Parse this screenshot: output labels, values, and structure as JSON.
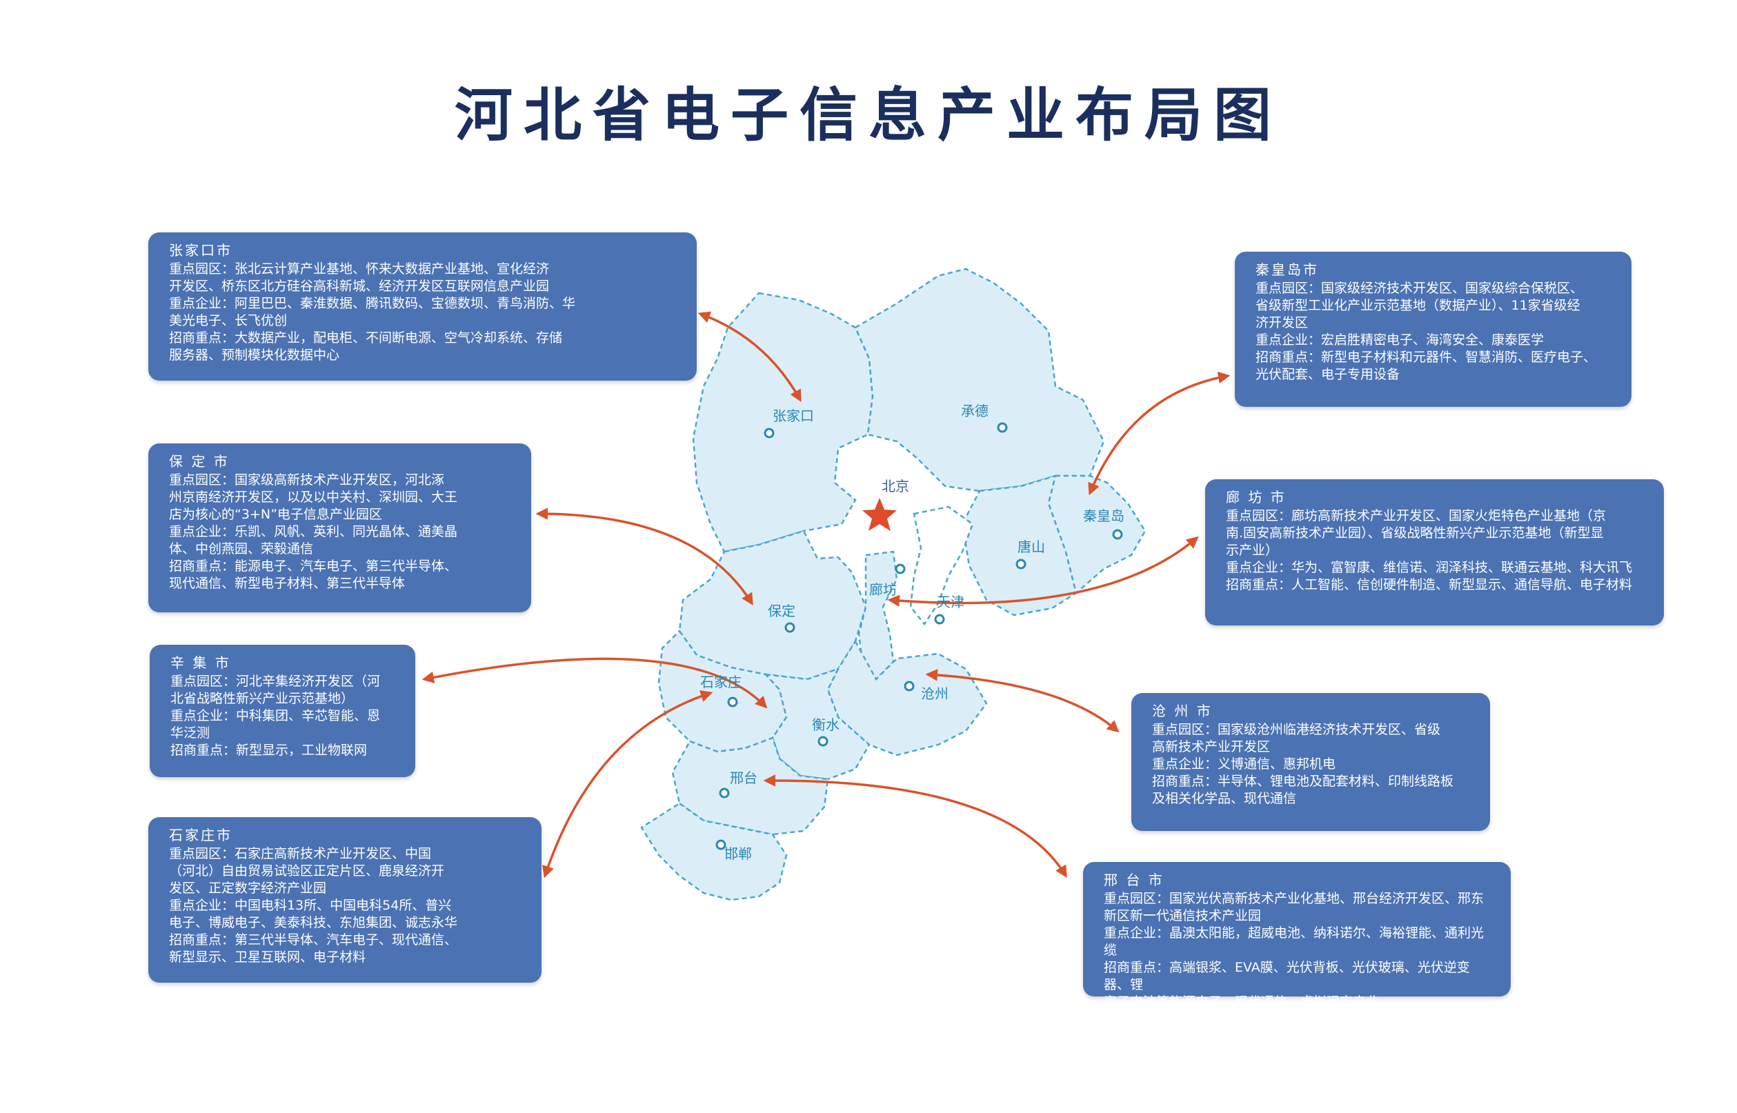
{
  "title": "河北省电子信息产业布局图",
  "colors": {
    "box_bg": "#4b72b3",
    "title": "#1b2f5e",
    "region_fill": "#dbeef8",
    "region_border": "#4aa6c9",
    "arrow": "#d9532b",
    "star": "#e04b2a",
    "city_label": "#2a86b5"
  },
  "map": {
    "capital_icon": "star-icon",
    "labels": {
      "zhangjiakou": "张家口",
      "chengde": "承德",
      "beijing": "北京",
      "qinhuangdao": "秦皇岛",
      "tangshan": "唐山",
      "langfang": "廊坊",
      "tianjin": "天津",
      "baoding": "保定",
      "shijiazhuang": "石家庄",
      "hengshui": "衡水",
      "cangzhou": "沧州",
      "xingtai": "邢台",
      "handan": "邯郸"
    }
  },
  "boxes": {
    "zhangjiakou": {
      "title": "张家口市",
      "lines": [
        "重点园区：张北云计算产业基地、怀来大数据产业基地、宣化经济",
        "开发区、桥东区北方硅谷高科新城、经济开发区互联网信息产业园",
        "重点企业：阿里巴巴、秦淮数据、腾讯数码、宝德数坝、青鸟消防、华",
        "美光电子、长飞优创",
        "招商重点：大数据产业，配电柜、不间断电源、空气冷却系统、存储",
        "服务器、预制模块化数据中心"
      ]
    },
    "baoding": {
      "title": "保 定 市",
      "lines": [
        "重点园区：国家级高新技术产业开发区，河北涿",
        "州京南经济开发区，以及以中关村、深圳园、大王",
        "店为核心的“3+N”电子信息产业园区",
        "重点企业：乐凯、风帆、英利、同光晶体、通美晶",
        "体、中创燕园、荣毅通信",
        "招商重点：能源电子、汽车电子、第三代半导体、",
        "现代通信、新型电子材料、第三代半导体"
      ]
    },
    "xinji": {
      "title": "辛 集 市",
      "lines": [
        "重点园区：河北辛集经济开发区（河",
        "北省战略性新兴产业示范基地）",
        "重点企业：中科集团、辛芯智能、恩",
        "华泛测",
        "招商重点：新型显示，工业物联网"
      ]
    },
    "shijiazhuang": {
      "title": "石家庄市",
      "lines": [
        "重点园区：石家庄高新技术产业开发区、中国",
        "（河北）自由贸易试验区正定片区、鹿泉经济开",
        "发区、正定数字经济产业园",
        "重点企业：中国电科13所、中国电科54所、普兴",
        "电子、博威电子、美泰科技、东旭集团、诚志永华",
        "招商重点：第三代半导体、汽车电子、现代通信、",
        "新型显示、卫星互联网、电子材料"
      ]
    },
    "qinhuangdao": {
      "title": "秦皇岛市",
      "lines": [
        "重点园区：国家级经济技术开发区、国家级综合保税区、",
        "省级新型工业化产业示范基地（数据产业）、11家省级经",
        "济开发区",
        "重点企业：宏启胜精密电子、海湾安全、康泰医学",
        "招商重点：新型电子材料和元器件、智慧消防、医疗电子、",
        "光伏配套、电子专用设备"
      ]
    },
    "langfang": {
      "title": "廊 坊 市",
      "lines": [
        "重点园区：廊坊高新技术产业开发区、国家火炬特色产业基地（京",
        "南.固安高新技术产业园）、省级战略性新兴产业示范基地（新型显",
        "示产业）",
        "重点企业：华为、富智康、维信诺、润泽科技、联通云基地、科大讯飞",
        "招商重点：人工智能、信创硬件制造、新型显示、通信导航、电子材料"
      ]
    },
    "cangzhou": {
      "title": "沧 州 市",
      "lines": [
        "重点园区：国家级沧州临港经济技术开发区、省级",
        "高新技术产业开发区",
        "重点企业：义博通信、惠邦机电",
        "招商重点：半导体、锂电池及配套材料、印制线路板",
        "及相关化学品、现代通信"
      ]
    },
    "xingtai": {
      "title": "邢 台 市",
      "lines": [
        "重点园区：国家光伏高新技术产业化基地、邢台经济开发区、邢东",
        "新区新一代通信技术产业园",
        "重点企业：晶澳太阳能，超威电池、纳科诺尔、海裕锂能、通利光缆",
        "招商重点：高端银浆、EVA膜、光伏背板、光伏玻璃、光伏逆变器、锂",
        "离子电池等能源电子，现代通信、虚拟现实产业"
      ]
    }
  }
}
